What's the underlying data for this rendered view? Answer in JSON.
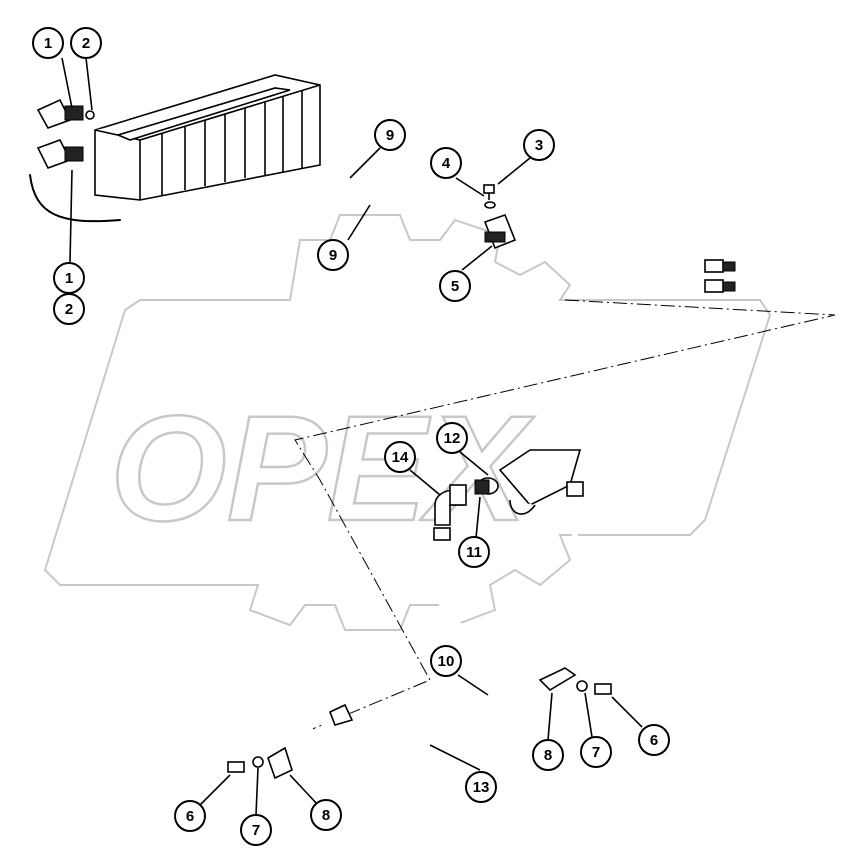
{
  "watermark": {
    "text": "OPEX"
  },
  "callouts": [
    {
      "id": "c1a",
      "label": "1"
    },
    {
      "id": "c2a",
      "label": "2"
    },
    {
      "id": "c1b",
      "label": "1"
    },
    {
      "id": "c2b",
      "label": "2"
    },
    {
      "id": "c9a",
      "label": "9"
    },
    {
      "id": "c9b",
      "label": "9"
    },
    {
      "id": "c4",
      "label": "4"
    },
    {
      "id": "c3",
      "label": "3"
    },
    {
      "id": "c5",
      "label": "5"
    },
    {
      "id": "c14",
      "label": "14"
    },
    {
      "id": "c12",
      "label": "12"
    },
    {
      "id": "c11",
      "label": "11"
    },
    {
      "id": "c10",
      "label": "10"
    },
    {
      "id": "c13",
      "label": "13"
    },
    {
      "id": "c8a",
      "label": "8"
    },
    {
      "id": "c7a",
      "label": "7"
    },
    {
      "id": "c6a",
      "label": "6"
    },
    {
      "id": "c8b",
      "label": "8"
    },
    {
      "id": "c7b",
      "label": "7"
    },
    {
      "id": "c6b",
      "label": "6"
    }
  ]
}
